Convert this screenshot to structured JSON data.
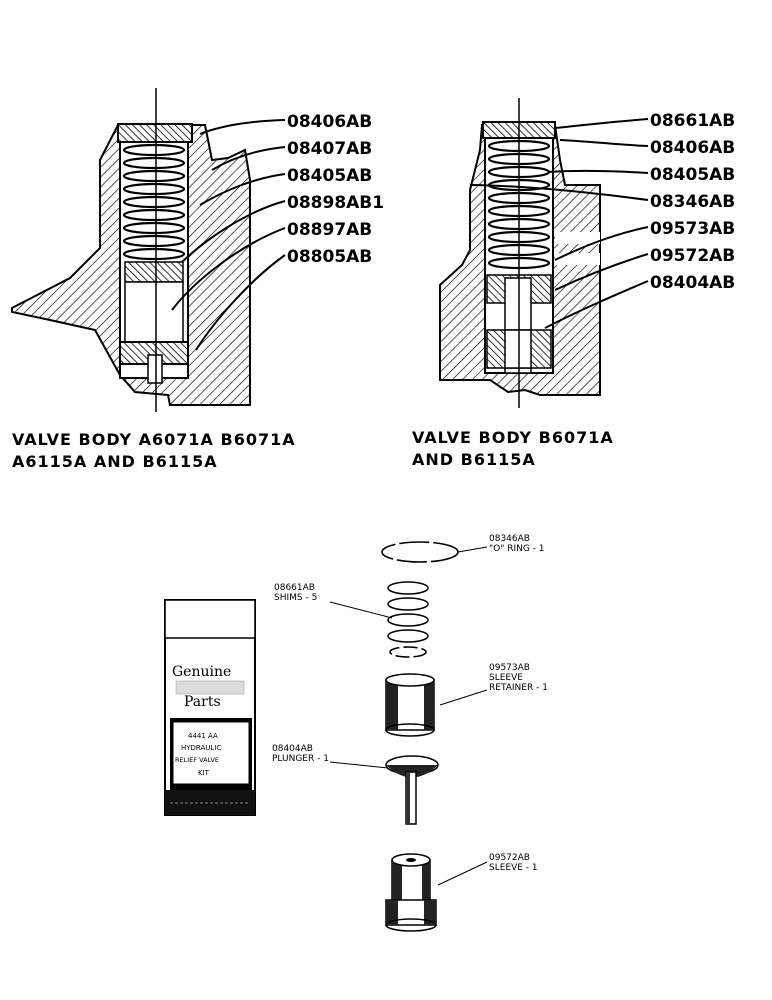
{
  "left_view": {
    "labels": [
      "08406AB",
      "08407AB",
      "08405AB",
      "08898AB1",
      "08897AB",
      "08805AB"
    ],
    "caption_line1": "VALVE BODY A6071A  B6071A",
    "caption_line2": "A6115A AND B6115A"
  },
  "right_view": {
    "labels": [
      "08661AB",
      "08406AB",
      "08405AB",
      "08346AB",
      "09573AB",
      "09572AB",
      "08404AB"
    ],
    "caption_line1": "VALVE BODY B6071A",
    "caption_line2": "AND B6115A"
  },
  "kit_box": {
    "line1": "Genuine",
    "line3": "Parts",
    "item1": "4441 AA",
    "item2": "HYDRAULIC",
    "item3": "RELIEF VALVE",
    "item4": "KIT"
  },
  "exploded_parts": [
    {
      "part": "08346AB",
      "desc": "\"O\" RING - 1"
    },
    {
      "part": "08661AB",
      "desc": "SHIMS - 5"
    },
    {
      "part": "09573AB",
      "desc": "SLEEVE"
    },
    {
      "part": "",
      "desc": "RETAINER - 1"
    },
    {
      "part": "08404AB",
      "desc": "PLUNGER - 1"
    },
    {
      "part": "09572AB",
      "desc": "SLEEVE - 1"
    }
  ]
}
